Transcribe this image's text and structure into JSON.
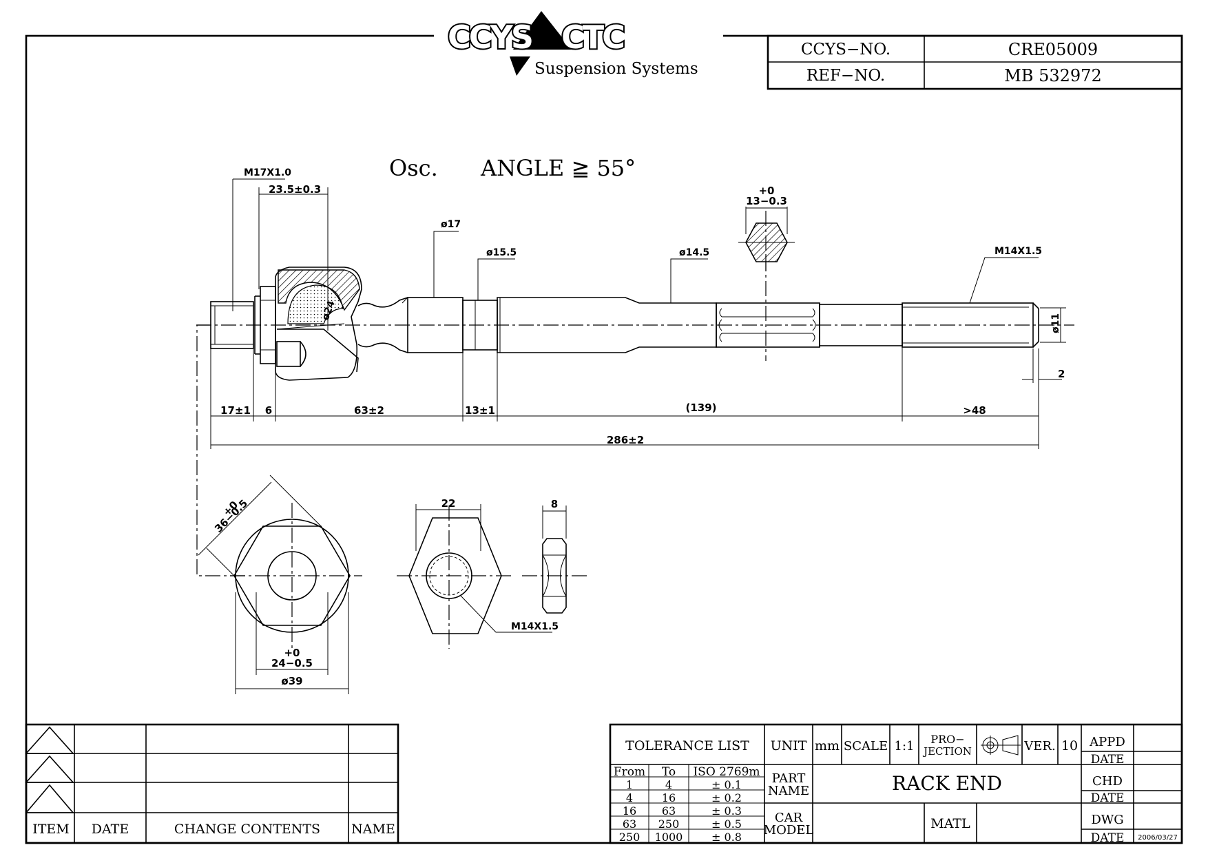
{
  "logo": {
    "brand": "CCYS CTC",
    "tagline": "Suspension Systems"
  },
  "title_block_top": {
    "ccys_no_label": "CCYS−NO.",
    "ccys_no_value": "CRE05009",
    "ref_no_label": "REF−NO.",
    "ref_no_value": "MB 532972"
  },
  "drawing": {
    "osc_label": "Osc.",
    "angle_label": "ANGLE ≧ 55°",
    "dims": {
      "m17": "M17X1.0",
      "d235": "23.5±0.3",
      "phi17": "ø17",
      "phi155": "ø15.5",
      "phi145": "ø14.5",
      "hex_tol": "+0",
      "hex_size": "13−0.3",
      "m14_top": "M14X1.5",
      "phi24": "ø24",
      "phi11": "ø11",
      "d2": "2",
      "d17": "17±1",
      "d6": "6",
      "d63": "63±2",
      "d13": "13±1",
      "d139": "(139)",
      "d48": ">48",
      "d286": "286±2",
      "d36_tol": "+0",
      "d36": "36−0.5",
      "d24_tol": "+0",
      "d24": "24−0.5",
      "phi39": "ø39",
      "d22": "22",
      "d8": "8",
      "m14_nut": "M14X1.5"
    }
  },
  "revision_table": {
    "headers": [
      "ITEM",
      "DATE",
      "CHANGE CONTENTS",
      "NAME"
    ]
  },
  "title_block": {
    "tolerance_title": "TOLERANCE LIST",
    "tol_headers": [
      "From",
      "To",
      "ISO 2769m"
    ],
    "tol_rows": [
      [
        "1",
        "4",
        "± 0.1"
      ],
      [
        "4",
        "16",
        "± 0.2"
      ],
      [
        "16",
        "63",
        "± 0.3"
      ],
      [
        "63",
        "250",
        "± 0.5"
      ],
      [
        "250",
        "1000",
        "± 0.8"
      ]
    ],
    "unit_label": "UNIT",
    "unit_value": "mm",
    "scale_label": "SCALE",
    "scale_value": "1:1",
    "projection_label_1": "PRO−",
    "projection_label_2": "JECTION",
    "ver_label": "VER.",
    "ver_value": "10",
    "part_name_label_1": "PART",
    "part_name_label_2": "NAME",
    "part_name_value": "RACK END",
    "car_model_label_1": "CAR",
    "car_model_label_2": "MODEL",
    "matl_label": "MATL",
    "appd_label": "APPD",
    "chd_label": "CHD",
    "dwg_label": "DWG",
    "date_label": "DATE",
    "dwg_date": "2006/03/27"
  }
}
